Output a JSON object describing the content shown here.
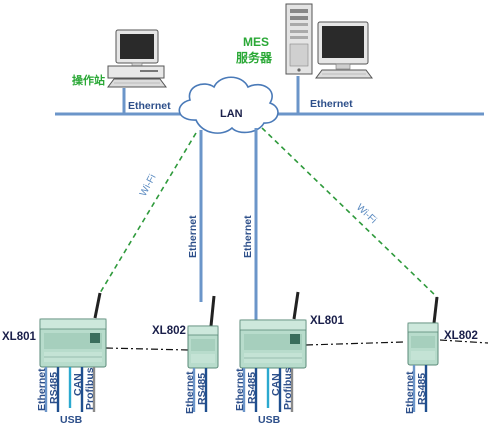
{
  "nodes": {
    "operator_station": {
      "label": "操作站"
    },
    "mes_server": {
      "line1": "MES",
      "line2": "服务器"
    },
    "lan": {
      "label": "LAN"
    }
  },
  "links": {
    "ethernet_left": "Ethernet",
    "ethernet_right": "Ethernet",
    "ethernet_v1": "Ethernet",
    "ethernet_v2": "Ethernet",
    "wifi_left": "Wi-Fi",
    "wifi_right": "Wi-Fi"
  },
  "devices": [
    {
      "label": "XL801",
      "ports": [
        "Ethernet",
        "RS485",
        "CAN",
        "Profibus"
      ],
      "usb": "USB"
    },
    {
      "label": "XL802",
      "ports": [
        "Ethernet",
        "RS485"
      ]
    },
    {
      "label": "XL801",
      "ports": [
        "Ethernet",
        "RS485",
        "CAN",
        "Profibus"
      ],
      "usb": "USB"
    },
    {
      "label": "XL802",
      "ports": [
        "Ethernet",
        "RS485"
      ]
    }
  ],
  "colors": {
    "bus": "#6b95c9",
    "wifi": "#2f9a3c",
    "device_body": "#b8dccc",
    "cloud_outline": "#4a7ab8"
  }
}
